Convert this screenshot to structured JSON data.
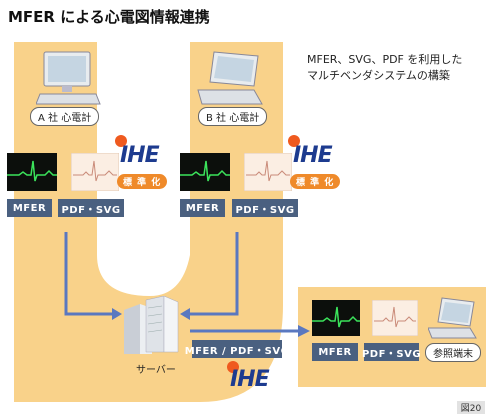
{
  "title": "MFER による心電図情報連携",
  "description": [
    "MFER、SVG、PDF を利用した",
    "マルチベンダシステムの構築"
  ],
  "device_a": {
    "label": "A 社 心電計",
    "formats": [
      "MFER",
      "PDF・SVG"
    ]
  },
  "device_b": {
    "label": "B 社 心電計",
    "formats": [
      "MFER",
      "PDF・SVG"
    ]
  },
  "ihe_logo": "IHE",
  "standardization_badge": "標 準 化",
  "server": {
    "label": "サーバー",
    "output_format": "MFER / PDF・SVG"
  },
  "terminal": {
    "formats": [
      "MFER",
      "PDF・SVG"
    ],
    "label": "参照端末"
  },
  "figure_number": "図20",
  "colors": {
    "band": "#f9d28a",
    "tag": "#4a6080",
    "arrow": "#5a78c0",
    "ihe": "#1d3b8f",
    "badge": "#ef8a2a",
    "ecg_bg": "#0c0f0c",
    "ecg_line": "#3be35b"
  }
}
